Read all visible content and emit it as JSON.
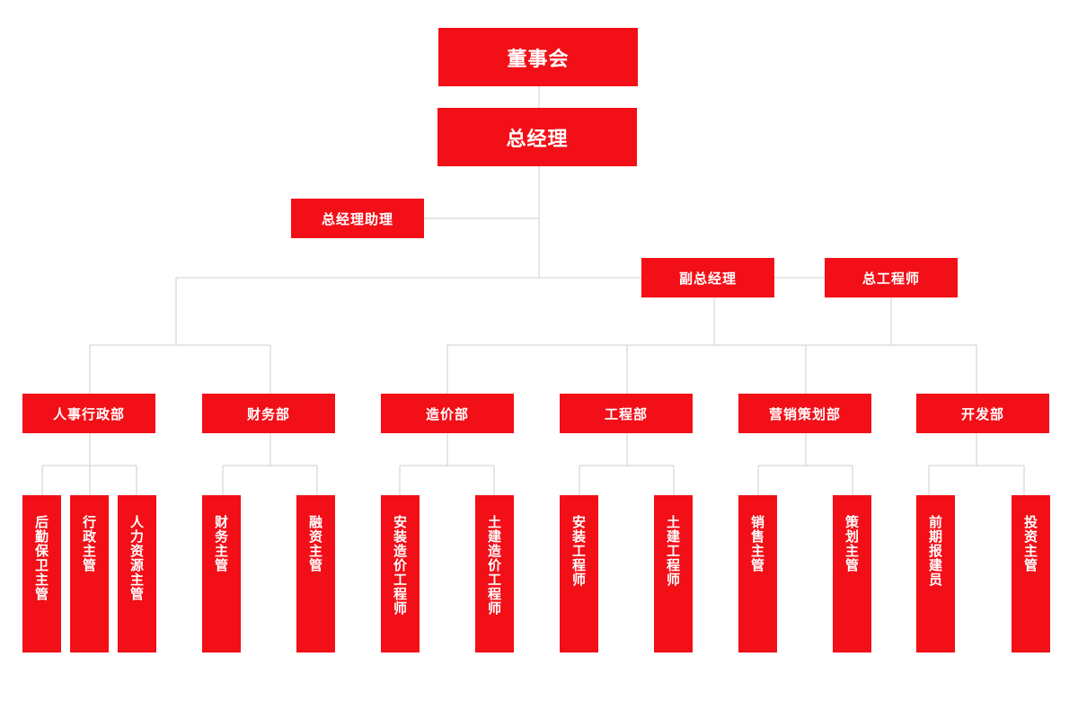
{
  "colors": {
    "accent": "#f20f18",
    "line": "#cccccc"
  },
  "board": "董事会",
  "general_manager": "总经理",
  "gm_assistant": "总经理助理",
  "deputy_gm": "副总经理",
  "chief_engineer": "总工程师",
  "departments": [
    {
      "name": "人事行政部",
      "roles": [
        "后勤保卫主管",
        "行政主管",
        "人力资源主管"
      ]
    },
    {
      "name": "财务部",
      "roles": [
        "财务主管",
        "融资主管"
      ]
    },
    {
      "name": "造价部",
      "roles": [
        "安装造价工程师",
        "土建造价工程师"
      ]
    },
    {
      "name": "工程部",
      "roles": [
        "安装工程师",
        "土建工程师"
      ]
    },
    {
      "name": "营销策划部",
      "roles": [
        "销售主管",
        "策划主管"
      ]
    },
    {
      "name": "开发部",
      "roles": [
        "前期报建员",
        "投资主管"
      ]
    }
  ]
}
